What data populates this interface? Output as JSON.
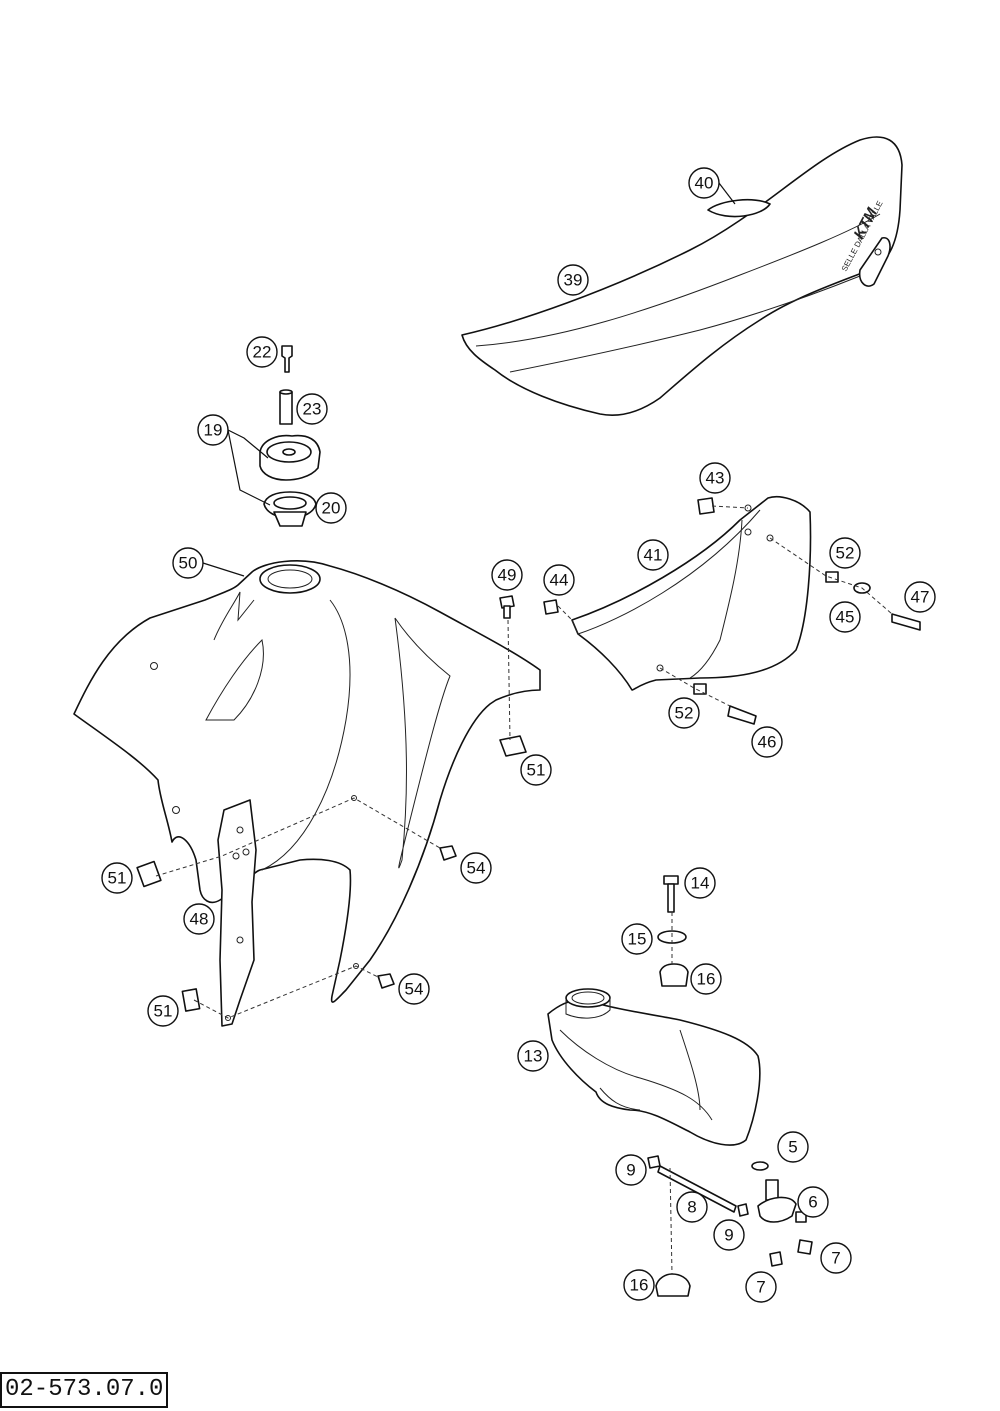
{
  "drawing_number": "02-573.07.0",
  "seat_logo": "KTM",
  "seat_brand": "SELLE DALLA VALLE",
  "callouts": [
    "40",
    "39",
    "22",
    "23",
    "19",
    "20",
    "50",
    "49",
    "44",
    "41",
    "43",
    "52",
    "45",
    "47",
    "51",
    "52",
    "46",
    "54",
    "51",
    "48",
    "54",
    "51",
    "14",
    "15",
    "16",
    "13",
    "5",
    "9",
    "8",
    "6",
    "9",
    "7",
    "7",
    "16"
  ]
}
